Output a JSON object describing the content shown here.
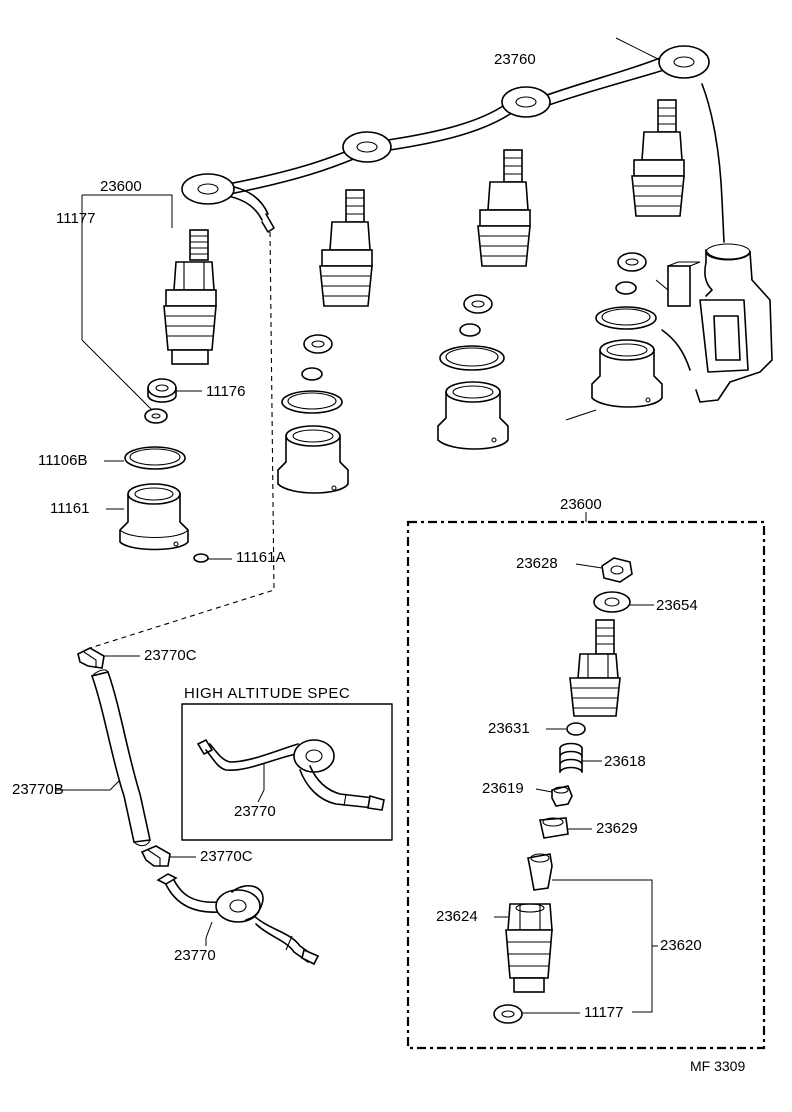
{
  "labels": {
    "p23760": "23760",
    "p23600_top": "23600",
    "p11177_top": "11177",
    "p11176": "11176",
    "p11106B": "11106B",
    "p11161": "11161",
    "p11161A": "11161A",
    "p23770C_top": "23770C",
    "p23770B": "23770B",
    "p23770C_bottom": "23770C",
    "p23770_bottom": "23770",
    "p23770_inset": "23770",
    "p23600_box": "23600",
    "p23628": "23628",
    "p23654": "23654",
    "p23631": "23631",
    "p23618": "23618",
    "p23619": "23619",
    "p23629": "23629",
    "p23624": "23624",
    "p23620": "23620",
    "p11177_box": "11177"
  },
  "inset_title": "HIGH ALTITUDE SPEC",
  "figure_code": "MF  3309"
}
